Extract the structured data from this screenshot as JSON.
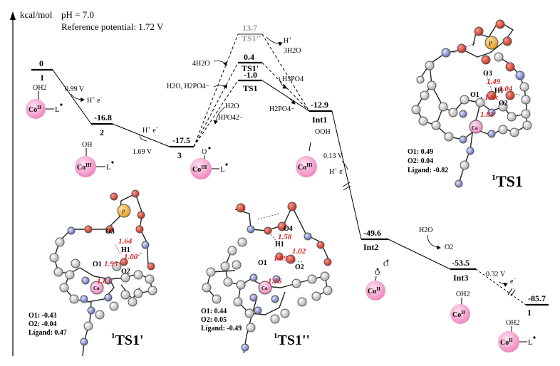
{
  "header": {
    "y_unit": "kcal/mol",
    "ph": "pH = 7.0",
    "reference_potential": "Reference potential: 1.72 V"
  },
  "states": [
    {
      "id": "s1",
      "energy": "0",
      "label": "1"
    },
    {
      "id": "s2",
      "energy": "-16.8",
      "label": "2"
    },
    {
      "id": "s3",
      "energy": "-17.5",
      "label": "3"
    },
    {
      "id": "ts1pp",
      "energy": "13.7",
      "label": "TS1''"
    },
    {
      "id": "ts1p",
      "energy": "0.4",
      "label": "TS1'"
    },
    {
      "id": "ts1",
      "energy": "-1.0",
      "label": "TS1"
    },
    {
      "id": "int1",
      "energy": "-12.9",
      "label": "Int1"
    },
    {
      "id": "int2",
      "energy": "-49.6",
      "label": "Int2"
    },
    {
      "id": "int3",
      "energy": "-53.5",
      "label": "Int3"
    },
    {
      "id": "s1end",
      "energy": "-85.7",
      "label": "1"
    }
  ],
  "steps": {
    "s1_s2": {
      "potential": "0.99 V",
      "proton": "H",
      "proton_sup": "+",
      "electron": "e",
      "electron_sup": "−"
    },
    "s2_s3": {
      "potential": "1.69 V",
      "proton": "H",
      "proton_sup": "+",
      "electron": "e",
      "electron_sup": "−"
    },
    "h2o_top": "4H2O",
    "h2o_mid": "H2O, H2PO4−",
    "h2o_low": "H2O",
    "hpo4": "HPO42−",
    "ts1pp_out": {
      "proton": "H",
      "proton_sup": "+",
      "water": "3H2O"
    },
    "ts1p_out": "H3PO4",
    "ts1_out": "H2PO4−",
    "int1_int2": {
      "potential": "0.13 V",
      "proton": "H",
      "proton_sup": "+",
      "electron": "e",
      "electron_sup": "−"
    },
    "int2_int3": {
      "reactant": "H2O",
      "product": "O2"
    },
    "int3_end": {
      "potential": "0.32 V",
      "electron": "e",
      "electron_sup": "−"
    }
  },
  "species": {
    "co": "Co",
    "oh2": "OH2",
    "oh": "OH",
    "ooh": "OOH",
    "l_radical": "L",
    "o_radical": "O",
    "ox_II": "II",
    "ox_III": "III"
  },
  "structures": {
    "ts1": {
      "title": "TS1",
      "title_sup": "1",
      "atoms": [
        "P",
        "O3",
        "H1",
        "O1",
        "O2",
        "Co"
      ],
      "distances": [
        "1.49",
        "1.04",
        "1.9x",
        "1.83"
      ],
      "charges": [
        "O1: 0.49",
        "O2: 0.04",
        "Ligand: -0.82"
      ]
    },
    "ts1p": {
      "title": "TS1'",
      "title_sup": "1",
      "atoms": [
        "P",
        "O3",
        "H1",
        "O1",
        "O2",
        "Co"
      ],
      "distances": [
        "1.64",
        "1.00",
        "1.93",
        "1.83"
      ],
      "charges": [
        "O1: -0.43",
        "O2: -0.04",
        "Ligand: 0.47"
      ]
    },
    "ts1pp": {
      "title": "TS1''",
      "title_sup": "1",
      "atoms": [
        "O4",
        "H1",
        "O1",
        "O2",
        "Co"
      ],
      "distances": [
        "1.58",
        "1.02",
        "1.89",
        "1.86"
      ],
      "charges": [
        "O1: 0.44",
        "O2: 0.05",
        "Ligand: -0.49"
      ]
    }
  },
  "colors": {
    "co_sphere": "#f39ac8",
    "p_atom": "#f2b53a",
    "o_atom": "#d83a2c",
    "n_atom": "#7b86c6",
    "c_atom": "#d8d8d8",
    "distance": "#d22222"
  }
}
